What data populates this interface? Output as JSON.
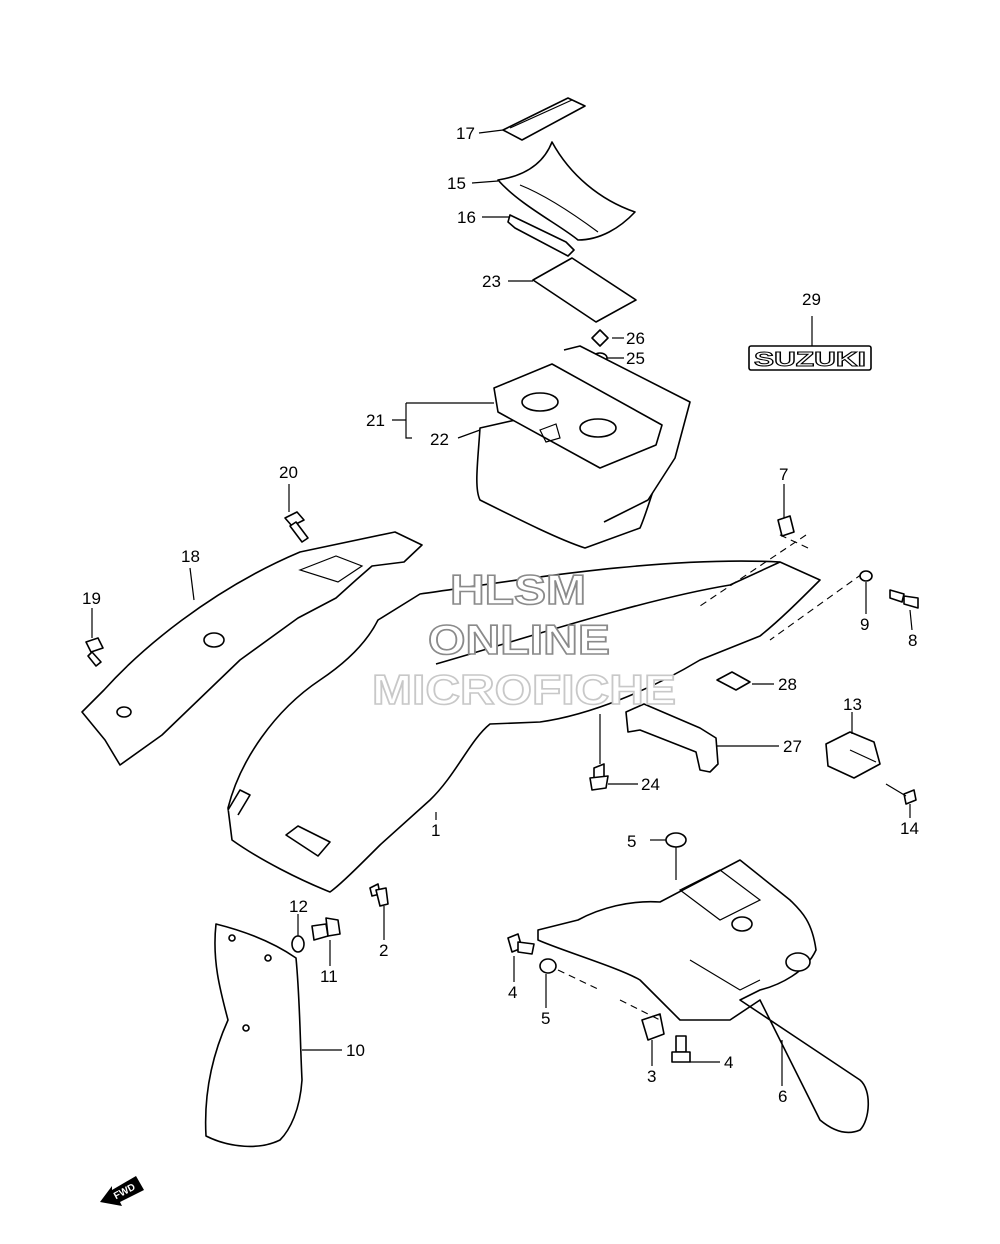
{
  "watermark": {
    "line1": "HLSM",
    "line2": "ONLINE",
    "line3": "MICROFICHE"
  },
  "logo": {
    "text": "SUZUKI"
  },
  "direction_arrow": {
    "label": "FWD"
  },
  "callouts": {
    "c1": "1",
    "c2": "2",
    "c3": "3",
    "c4a": "4",
    "c4b": "4",
    "c5a": "5",
    "c5b": "5",
    "c6": "6",
    "c7": "7",
    "c8": "8",
    "c9": "9",
    "c10": "10",
    "c11": "11",
    "c12": "12",
    "c13": "13",
    "c14": "14",
    "c15": "15",
    "c16": "16",
    "c17": "17",
    "c18": "18",
    "c19": "19",
    "c20": "20",
    "c21": "21",
    "c22": "22",
    "c23": "23",
    "c24": "24",
    "c25": "25",
    "c26": "26",
    "c27": "27",
    "c28": "28",
    "c29": "29"
  }
}
